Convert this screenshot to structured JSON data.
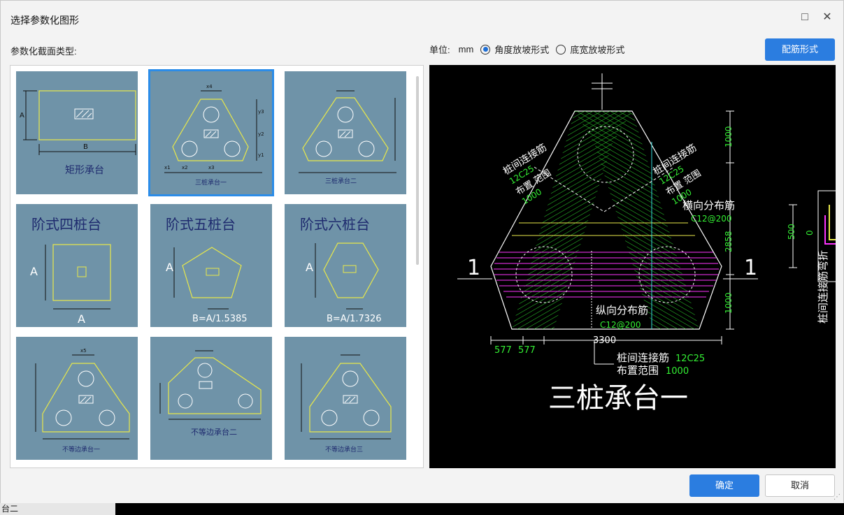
{
  "dialog": {
    "title": "选择参数化图形",
    "section_label": "参数化截面类型:",
    "unit_label": "单位:",
    "unit_value": "mm",
    "radio_angle": "角度放坡形式",
    "radio_width": "底宽放坡形式",
    "rebar_button": "配筋形式",
    "ok_button": "确定",
    "cancel_button": "取消"
  },
  "shapes": [
    {
      "label": "矩形承台"
    },
    {
      "label": "三桩承台一"
    },
    {
      "label": "三桩承台二"
    },
    {
      "label": "阶式四桩台",
      "note": "A"
    },
    {
      "label": "阶式五桩台",
      "note": "B=A/1.5385"
    },
    {
      "label": "阶式六桩台",
      "note": "B=A/1.7326"
    },
    {
      "label": "不等边承台一"
    },
    {
      "label": "不等边承台二"
    },
    {
      "label": "不等边承台三"
    }
  ],
  "dims": {
    "A": "A",
    "B": "B",
    "x1": "x1",
    "x2": "x2",
    "x3": "x3",
    "x4": "x4",
    "x5": "x5",
    "y1": "y1",
    "y2": "y2",
    "y3": "y3"
  },
  "preview": {
    "title": "三桩承台一",
    "section_mark": "1",
    "dim_top": "1000",
    "dim_mid": "2858",
    "dim_bottom": "1000",
    "dim_total": "3300",
    "dim_left1": "577",
    "dim_left2": "577",
    "left_rebar": "桩间连接筋",
    "left_rebar_spec": "12C25",
    "left_range": "布置 范围",
    "left_range_val": "1000",
    "right_rebar": "桩间连接筋",
    "right_rebar_spec": "12C25",
    "right_range": "布置 范围",
    "right_range_val": "1000",
    "horiz_label": "横向分布筋",
    "horiz_spec": "C12@200",
    "long_label": "纵向分布筋",
    "long_spec": "C12@200",
    "bottom_rebar": "桩间连接筋",
    "bottom_rebar_spec": "12C25",
    "bottom_range": "布置范围",
    "bottom_range_val": "1000",
    "side_label": "桩间连接筋弯折",
    "side_dim": "500",
    "side_zero": "0"
  },
  "taskbar": {
    "left_text": "台二"
  }
}
